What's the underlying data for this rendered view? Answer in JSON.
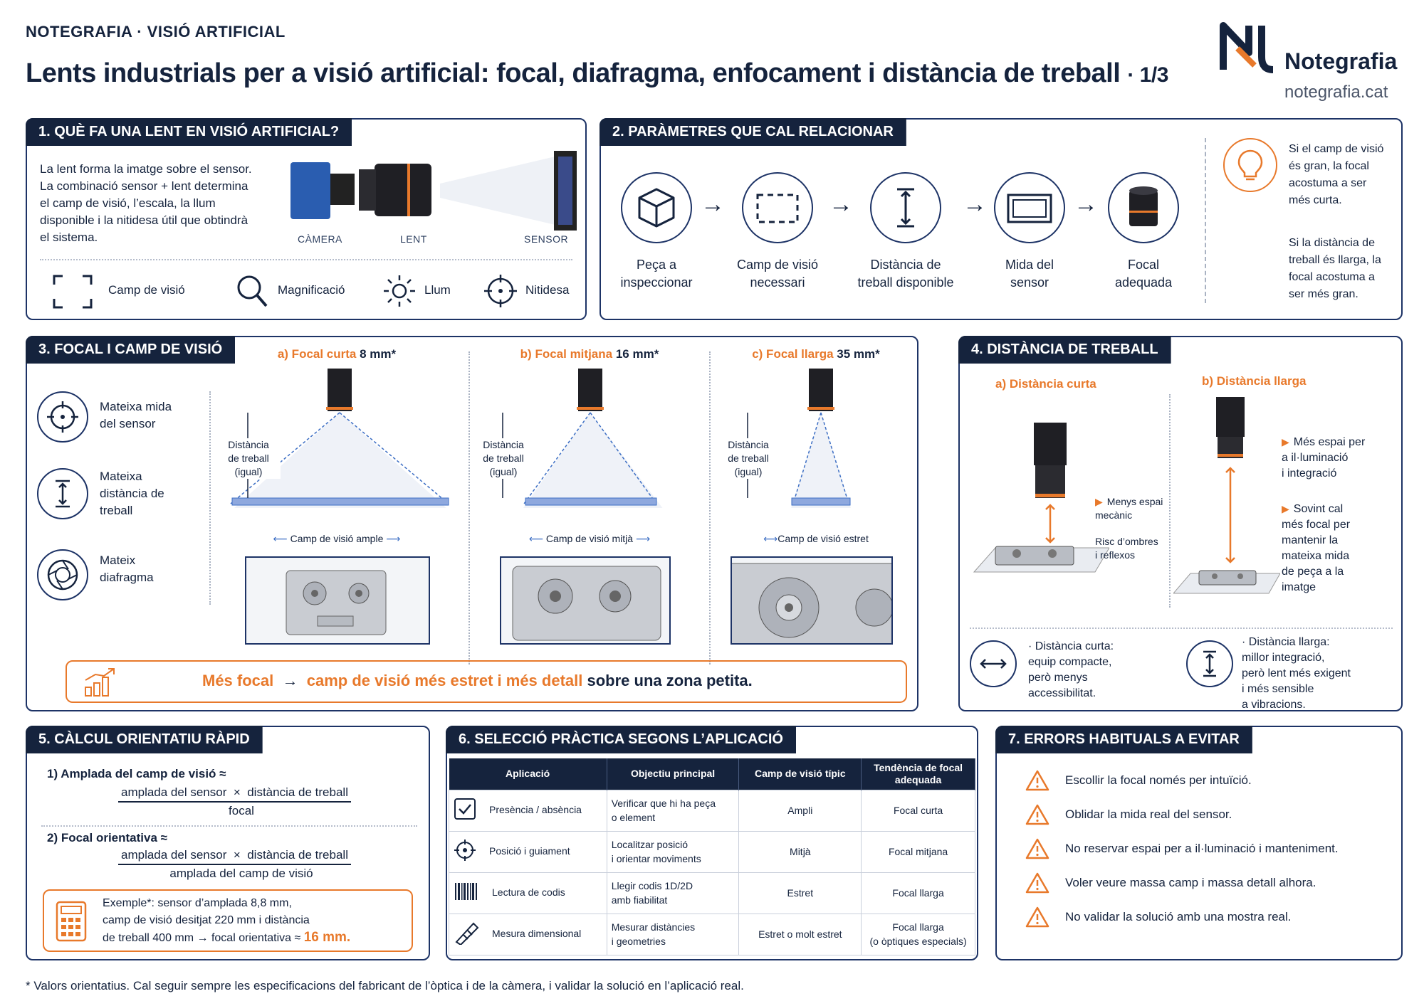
{
  "header": {
    "kicker": "NOTEGRAFIA · VISIÓ ARTIFICIAL",
    "title": "Lents industrials per a visió artificial: focal, diafragma, enfocament i distància de treball",
    "page": "· 1/3",
    "brand_name": "Notegrafia",
    "brand_url": "notegrafia.cat"
  },
  "colors": {
    "navy": "#15233d",
    "accent": "#e8792b",
    "camera_blue": "#2a5db0"
  },
  "s1": {
    "title": "1. QUÈ FA UNA LENT EN VISIÓ ARTIFICIAL?",
    "lines": [
      "La lent forma la imatge sobre el sensor.",
      "La combinació sensor + lent determina",
      "el camp de visió, l’escala, la llum",
      "disponible i la nitidesa útil que obtindrà",
      "el sistema."
    ],
    "cap_camera": "CÀMERA",
    "cap_lens": "LENT",
    "cap_sensor": "SENSOR",
    "icons": [
      "Camp de visió",
      "Magnificació",
      "Llum",
      "Nitidesa"
    ]
  },
  "s2": {
    "title": "2. PARÀMETRES QUE CAL RELACIONAR",
    "steps": [
      [
        "Peça a",
        "inspeccionar"
      ],
      [
        "Camp de visió",
        "necessari"
      ],
      [
        "Distància de",
        "treball disponible"
      ],
      [
        "Mida del",
        "sensor"
      ],
      [
        "Focal",
        "adequada"
      ]
    ],
    "arrow": "→",
    "tip1": [
      "Si el camp de visió",
      "és gran, la focal",
      "acostuma a ser",
      "més curta."
    ],
    "tip2": [
      "Si la distància de",
      "treball és llarga, la",
      "focal acostuma a",
      "ser més gran."
    ]
  },
  "s3": {
    "title": "3. FOCAL I CAMP DE VISIÓ",
    "left": [
      [
        "Mateixa mida",
        "del sensor"
      ],
      [
        "Mateixa",
        "distància de",
        "treball"
      ],
      [
        "Mateix",
        "diafragma"
      ]
    ],
    "cols": [
      {
        "lbl": "a) Focal curta",
        "val": "8 mm*",
        "fov": "Camp de visió ample"
      },
      {
        "lbl": "b) Focal mitjana",
        "val": "16 mm*",
        "fov": "Camp de visió mitjà"
      },
      {
        "lbl": "c) Focal llarga",
        "val": "35 mm*",
        "fov": "Camp de visió estret"
      }
    ],
    "dist_lines": [
      "Distància",
      "de treball",
      "(igual)"
    ],
    "banner_a": "Més focal",
    "banner_arrow": "→",
    "banner_b": "camp de visió més estret i més detall",
    "banner_c": "sobre una zona petita."
  },
  "s4": {
    "title": "4. DISTÀNCIA DE TREBALL",
    "a": "a) Distància curta",
    "b": "b) Distància llarga",
    "a_notes": [
      [
        "Menys espai",
        "mecànic"
      ],
      [
        "Risc d’ombres",
        "i reflexos"
      ]
    ],
    "b_notes": [
      [
        "Més espai per",
        "a il·luminació",
        "i integració"
      ],
      [
        "Sovint cal",
        "més focal per",
        "mantenir la",
        "mateixa mida",
        "de peça a la",
        "imatge"
      ]
    ],
    "sum_a": [
      "· Distància curta:",
      "equip compacte,",
      "però menys",
      "accessibilitat."
    ],
    "sum_b": [
      "· Distància llarga:",
      "millor integració,",
      "però lent més exigent",
      "i més sensible",
      "a vibracions."
    ]
  },
  "s5": {
    "title": "5. CÀLCUL ORIENTATIU RÀPID",
    "f1_label": "1) Amplada del camp de visió ≈",
    "f1_num_a": "amplada del sensor",
    "times": "×",
    "f1_num_b": "distància de treball",
    "f1_den": "focal",
    "f2_label": "2) Focal orientativa ≈",
    "f2_num_a": "amplada del sensor",
    "f2_num_b": "distància de treball",
    "f2_den": "amplada del camp de visió",
    "ex_l1": "Exemple*: sensor d’amplada 8,8 mm,",
    "ex_l2": "camp de visió desitjat 220 mm i distància",
    "ex_l3": "de treball 400 mm → focal orientativa ≈",
    "ex_val": "16 mm."
  },
  "s6": {
    "title": "6. SELECCIÓ PRÀCTICA SEGONS L’APLICACIÓ",
    "headers": [
      "Aplicació",
      "Objectiu principal",
      "Camp de visió típic",
      "Tendència de focal adequada"
    ],
    "rows": [
      {
        "icon": "checkbox-icon",
        "app": "Presència / absència",
        "obj": [
          "Verificar que hi ha peça",
          "o element"
        ],
        "fov": "Ampli",
        "focal": [
          "Focal curta"
        ]
      },
      {
        "icon": "target-icon",
        "app": "Posició i guiament",
        "obj": [
          "Localitzar posició",
          "i orientar moviments"
        ],
        "fov": "Mitjà",
        "focal": [
          "Focal mitjana"
        ]
      },
      {
        "icon": "barcode-icon",
        "app": "Lectura de codis",
        "obj": [
          "Llegir codis 1D/2D",
          "amb fiabilitat"
        ],
        "fov": "Estret",
        "focal": [
          "Focal llarga"
        ]
      },
      {
        "icon": "caliper-icon",
        "app": "Mesura dimensional",
        "obj": [
          "Mesurar distàncies",
          "i geometries"
        ],
        "fov": "Estret o molt estret",
        "focal": [
          "Focal llarga",
          "(o òptiques especials)"
        ]
      }
    ]
  },
  "s7": {
    "title": "7. ERRORS HABITUALS A EVITAR",
    "items": [
      "Escollir la focal només per intuïció.",
      "Oblidar la mida real del sensor.",
      "No reservar espai per a il·luminació i manteniment.",
      "Voler veure massa camp i massa detall alhora.",
      "No validar la solució amb una mostra real."
    ]
  },
  "footnote": "* Valors orientatius. Cal seguir sempre les especificacions del fabricant de l’òptica i de la càmera, i validar la solució en l’aplicació real."
}
